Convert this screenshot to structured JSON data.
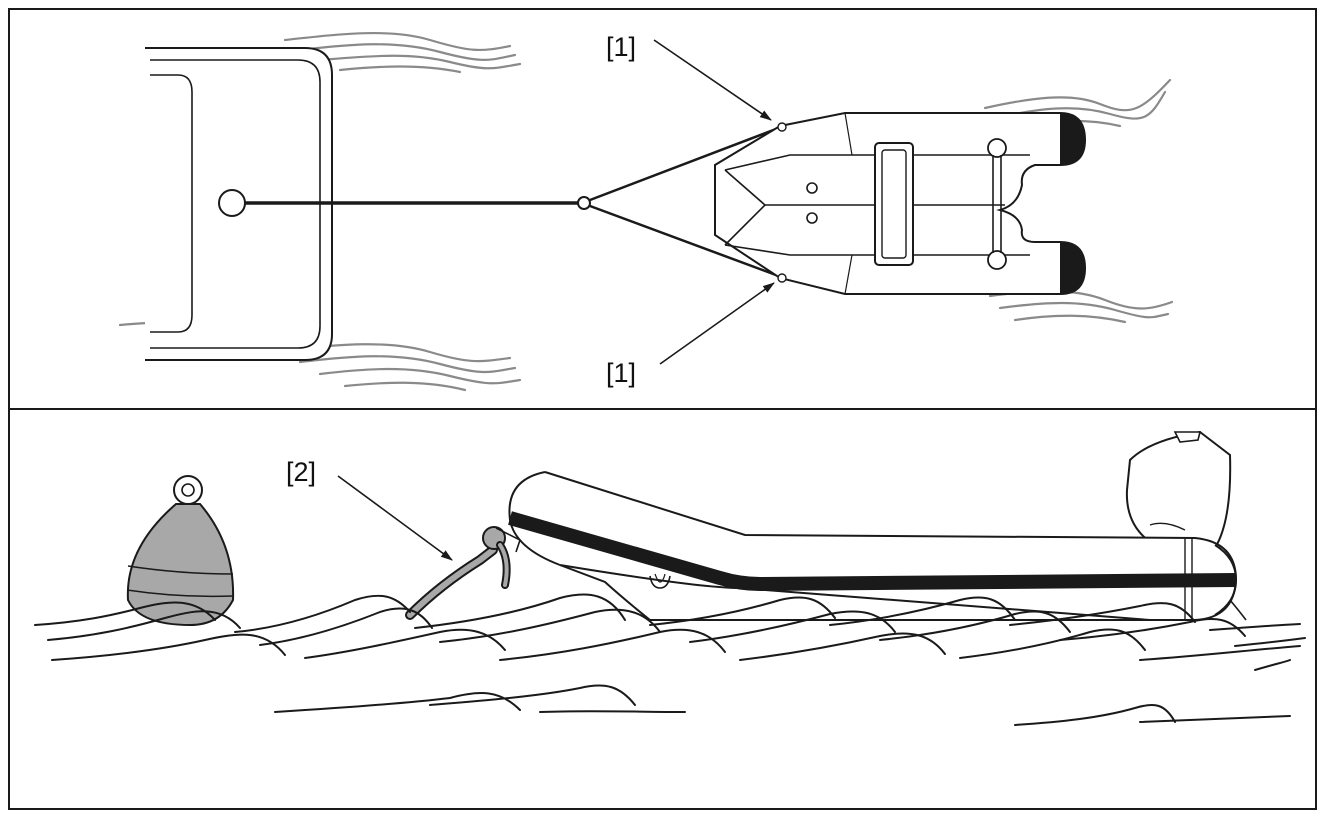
{
  "panels": {
    "top": {
      "callout_upper": "[1]",
      "callout_lower": "[1]"
    },
    "bottom": {
      "callout": "[2]"
    }
  },
  "colors": {
    "ink": "#1a1a1a",
    "wake": "#8a8a8a",
    "buoy_fill": "#a8a8a8",
    "tube_fill": "#ffffff"
  }
}
